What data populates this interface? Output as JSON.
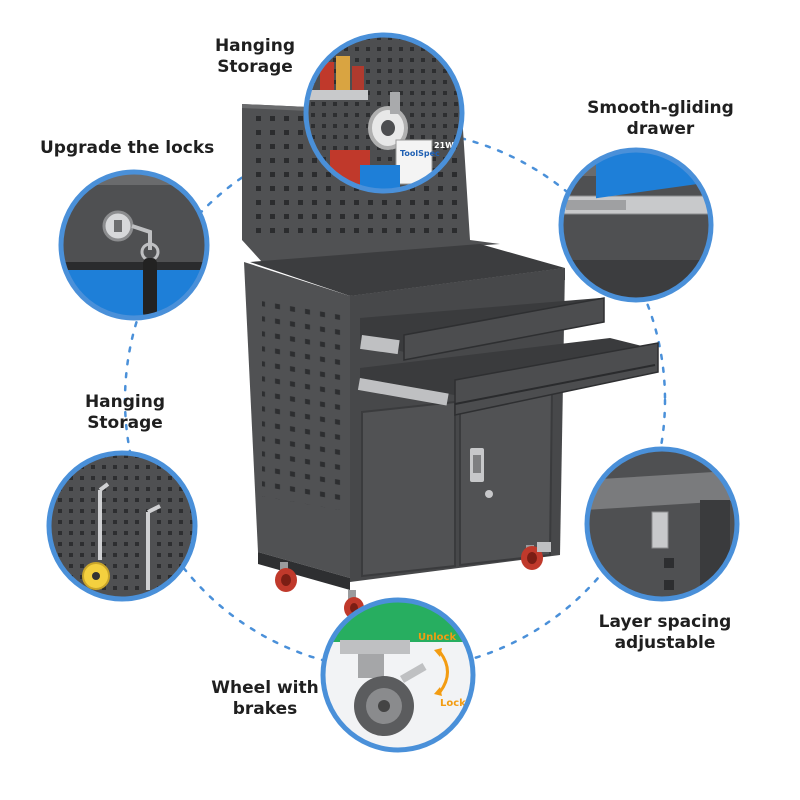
{
  "callouts": {
    "hanging_storage_top": "Hanging\nStorage",
    "upgrade_locks": "Upgrade the locks",
    "smooth_gliding": "Smooth-gliding\ndrawer",
    "hanging_storage_left": "Hanging\nStorage",
    "layer_spacing": "Layer spacing\nadjustable",
    "wheel_brakes": "Wheel with\nbrakes"
  },
  "detail_text": {
    "unlock": "Unlock",
    "lock": "Lock",
    "box_brand": "ToolSpec",
    "box_watt": "21W"
  },
  "colors": {
    "cabinet": "#4a4b4d",
    "cabinet_dark": "#333436",
    "accent_blue": "#1e7fd8",
    "circle_border": "#4a90d9",
    "dash": "#4a90d9",
    "wheel_red": "#c0392b",
    "label_text": "#1f1f1f",
    "detail_orange": "#f39c12"
  }
}
